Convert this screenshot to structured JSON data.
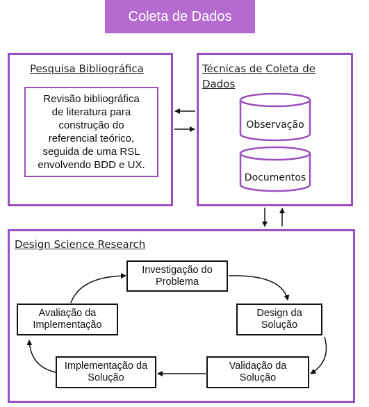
{
  "header": {
    "title": "Coleta de Dados"
  },
  "pesquisa": {
    "title": "Pesquisa Bibliográfica",
    "lines": [
      "Revisão bibliográfica",
      "de literatura para",
      "construção do",
      "referencial teórico,",
      "seguida de uma RSL",
      "envolvendo BDD e UX."
    ]
  },
  "tecnicas": {
    "title_line1": "Técnicas de Coleta de",
    "title_line2": "Dados",
    "items": [
      "Observação",
      "Documentos"
    ]
  },
  "dsr": {
    "title": "Design Science Research",
    "nodes": {
      "investigacao": [
        "Investigação do",
        "Problema"
      ],
      "design": [
        "Design da",
        "Solução"
      ],
      "validacao": [
        "Validação da",
        "Solução"
      ],
      "implementacao": [
        "Implementação da",
        "Solução"
      ],
      "avaliacao": [
        "Avaliação da",
        "Implementação"
      ]
    }
  },
  "colors": {
    "accent": "#b66ccf",
    "border": "#9b4fbe"
  }
}
